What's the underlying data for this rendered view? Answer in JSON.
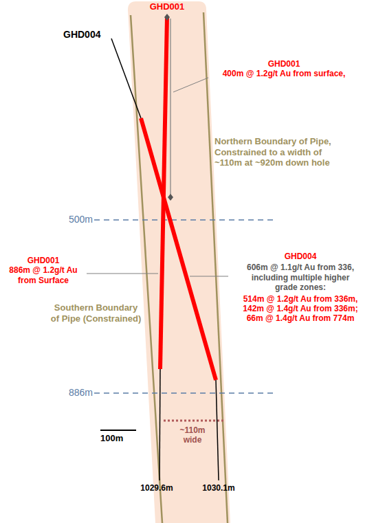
{
  "diagram": {
    "labels": [
      "GHD001",
      "GHD004",
      "GHD001",
      "400m @ 1.2g/t Au from surface,",
      "Northern Boundary of Pipe, Constrained to a width of ~110m at ~920m down hole",
      "500m",
      "GHD001",
      "886m @ 1.2g/t Au from Surface",
      "GHD004",
      "606m @ 1.1g/t Au from 336, including multiple higher grade zones:",
      "514m @ 1.2g/t Au from 336m,",
      "142m @ 1.4g/t Au from 336m;",
      "66m @ 1.4g/t Au from 774m",
      "Southern Boundary of Pipe (Constrained)",
      "886m",
      "100m",
      "~110m wide",
      "1029.6m",
      "1030.1m"
    ]
  }
}
